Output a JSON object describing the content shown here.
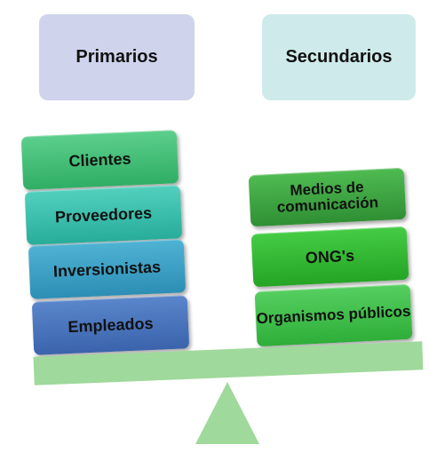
{
  "headers": {
    "primarios": "Primarios",
    "secundarios": "Secundarios"
  },
  "primarios": {
    "items": [
      "Clientes",
      "Proveedores",
      "Inversionistas",
      "Empleados"
    ]
  },
  "secundarios": {
    "items": [
      "Medios de comunicación",
      "ONG's",
      "Organismos públicos"
    ]
  },
  "colors": {
    "primarios_header": "#cfd4ec",
    "secundarios_header": "#cfeaea",
    "balance": "#9fd99b"
  }
}
